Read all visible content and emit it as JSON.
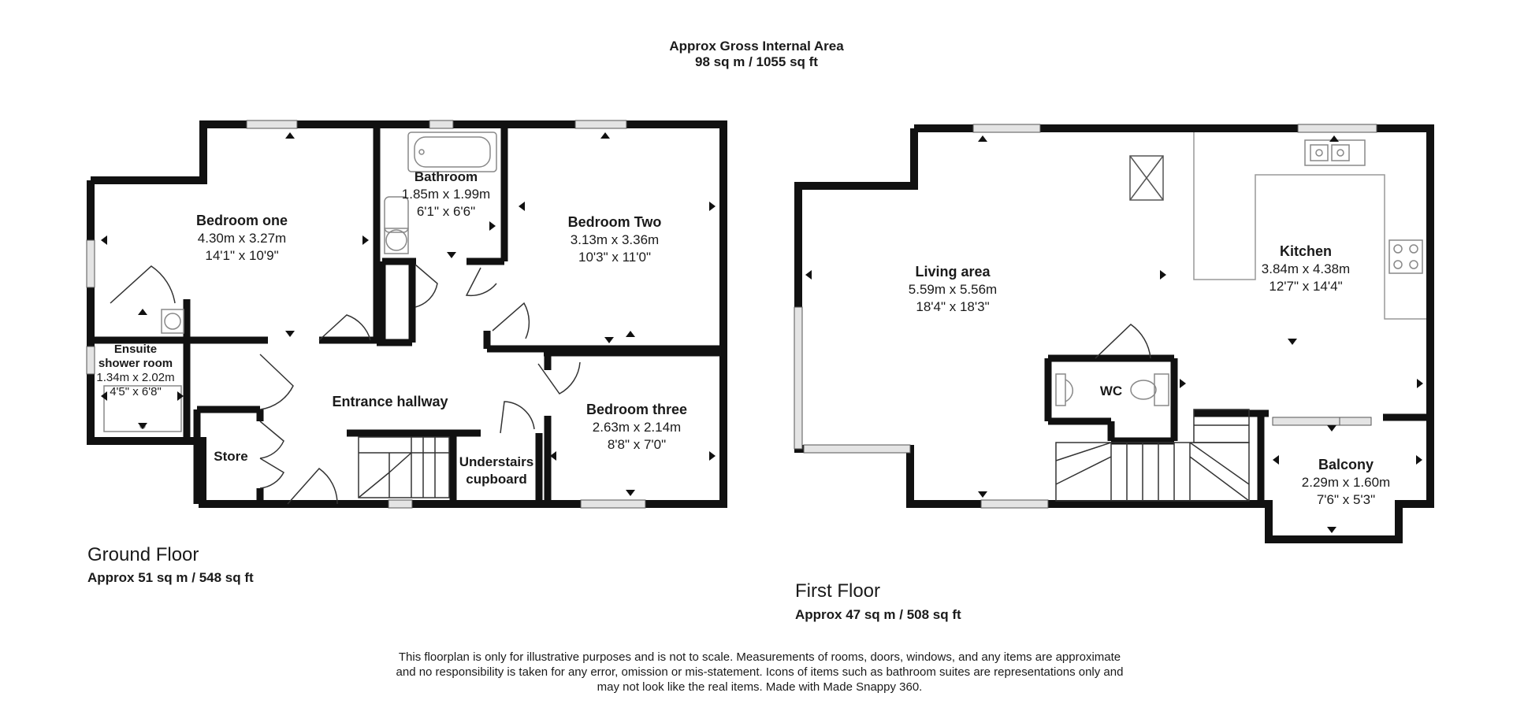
{
  "header": {
    "title": "Approx Gross Internal Area",
    "total_area": "98 sq m / 1055 sq ft"
  },
  "ground_floor": {
    "name": "Ground Floor",
    "area": "Approx 51 sq m / 548 sq ft",
    "rooms": {
      "bedroom_one": {
        "name": "Bedroom one",
        "metric": "4.30m x 3.27m",
        "imperial": "14'1\" x 10'9\""
      },
      "bathroom": {
        "name": "Bathroom",
        "metric": "1.85m x 1.99m",
        "imperial": "6'1\" x 6'6\""
      },
      "bedroom_two": {
        "name": "Bedroom Two",
        "metric": "3.13m x 3.36m",
        "imperial": "10'3\" x 11'0\""
      },
      "ensuite": {
        "name_line1": "Ensuite",
        "name_line2": "shower room",
        "metric": "1.34m x 2.02m",
        "imperial": "4'5\" x 6'8\""
      },
      "entrance_hallway": {
        "name": "Entrance hallway"
      },
      "store": {
        "name": "Store"
      },
      "understairs": {
        "name_line1": "Understairs",
        "name_line2": "cupboard"
      },
      "bedroom_three": {
        "name": "Bedroom three",
        "metric": "2.63m x 2.14m",
        "imperial": "8'8\" x 7'0\""
      }
    }
  },
  "first_floor": {
    "name": "First Floor",
    "area": "Approx 47 sq m / 508 sq ft",
    "rooms": {
      "living_area": {
        "name": "Living area",
        "metric": "5.59m x 5.56m",
        "imperial": "18'4\" x 18'3\""
      },
      "kitchen": {
        "name": "Kitchen",
        "metric": "3.84m x 4.38m",
        "imperial": "12'7\" x 14'4\""
      },
      "wc": {
        "name": "WC"
      },
      "balcony": {
        "name": "Balcony",
        "metric": "2.29m x 1.60m",
        "imperial": "7'6\" x 5'3\""
      }
    }
  },
  "disclaimer": {
    "line1": "This floorplan is only for illustrative purposes and is not to scale. Measurements of rooms, doors, windows, and any items are approximate",
    "line2": "and no responsibility is taken for any error, omission or mis-statement. Icons of items such as bathroom suites are representations only and",
    "line3": "may not look like the real items. Made with Made Snappy 360."
  },
  "colors": {
    "wall": "#111111",
    "window": "#dcdcdc",
    "line": "#333333",
    "fixture": "#888888"
  }
}
